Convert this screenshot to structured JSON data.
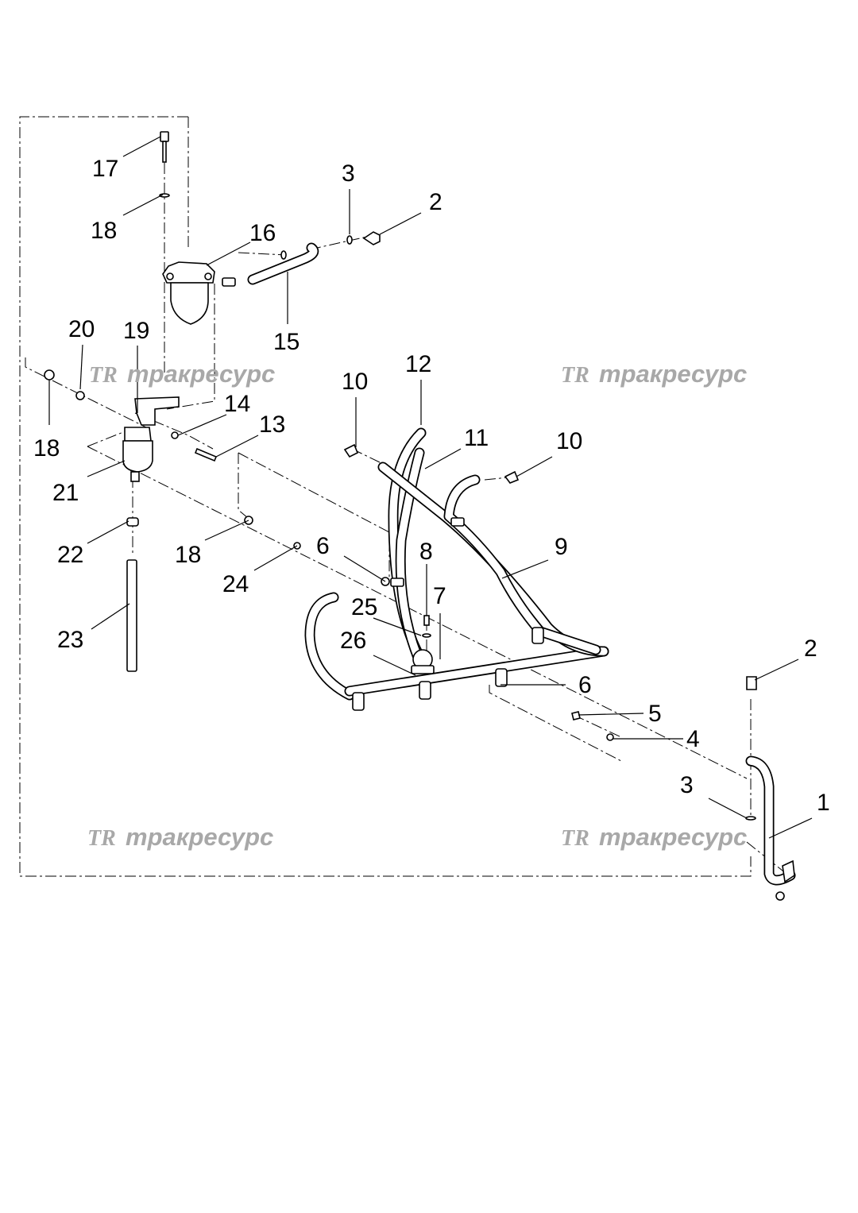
{
  "watermark": {
    "logo": "TR",
    "text": "тракресурс"
  },
  "callouts": [
    "17",
    "18",
    "3",
    "2",
    "16",
    "15",
    "20",
    "19",
    "18",
    "14",
    "13",
    "21",
    "22",
    "23",
    "18",
    "24",
    "10",
    "12",
    "11",
    "10",
    "9",
    "6",
    "8",
    "25",
    "7",
    "26",
    "6",
    "5",
    "4",
    "2",
    "3",
    "1"
  ]
}
